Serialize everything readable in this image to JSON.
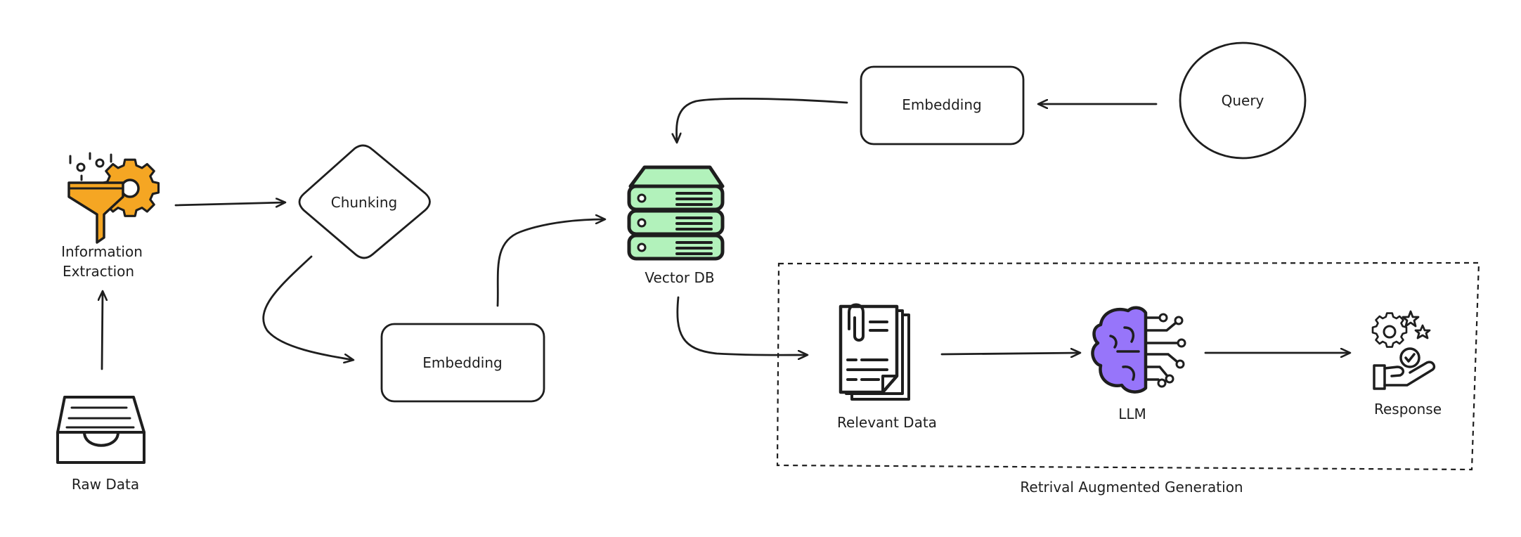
{
  "nodes": {
    "raw_data": {
      "label": "Raw Data",
      "icon": "inbox-tray-icon"
    },
    "info_extraction": {
      "label_line1": "Information",
      "label_line2": "Extraction",
      "icon": "funnel-gear-icon"
    },
    "chunking": {
      "label": "Chunking"
    },
    "embedding_docs": {
      "label": "Embedding"
    },
    "vector_db": {
      "label": "Vector DB",
      "icon": "database-server-icon"
    },
    "embedding_query": {
      "label": "Embedding"
    },
    "query": {
      "label": "Query"
    },
    "relevant_data": {
      "label": "Relevant Data",
      "icon": "documents-icon"
    },
    "llm": {
      "label": "LLM",
      "icon": "brain-circuit-icon"
    },
    "response": {
      "label": "Response",
      "icon": "hand-gears-check-icon"
    }
  },
  "groups": {
    "rag": {
      "label": "Retrival Augmented Generation"
    }
  },
  "colors": {
    "stroke": "#1e1e1e",
    "funnel": "#f5a623",
    "database": "#b2f2bb",
    "brain": "#9775fa"
  }
}
